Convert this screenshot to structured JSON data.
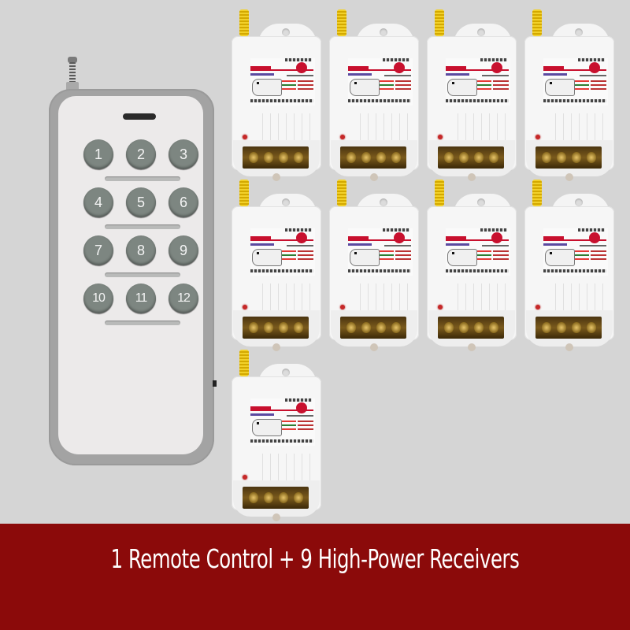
{
  "background_color": "#d5d5d5",
  "remote": {
    "name": "12-button remote control",
    "keys": [
      "1",
      "2",
      "3",
      "4",
      "5",
      "6",
      "7",
      "8",
      "9",
      "10",
      "11",
      "12"
    ],
    "body_color": "#a3a3a3",
    "face_color": "#eceaea",
    "key_color": "#7d8681"
  },
  "receivers": {
    "count": 9,
    "layout_rows": [
      4,
      4,
      1
    ],
    "led_color": "#c62828",
    "antenna_color": "#f2d12a"
  },
  "banner": {
    "text": "1 Remote Control + 9 High-Power Receivers",
    "background_color": "#8b0a0a",
    "text_color": "#ffffff"
  }
}
